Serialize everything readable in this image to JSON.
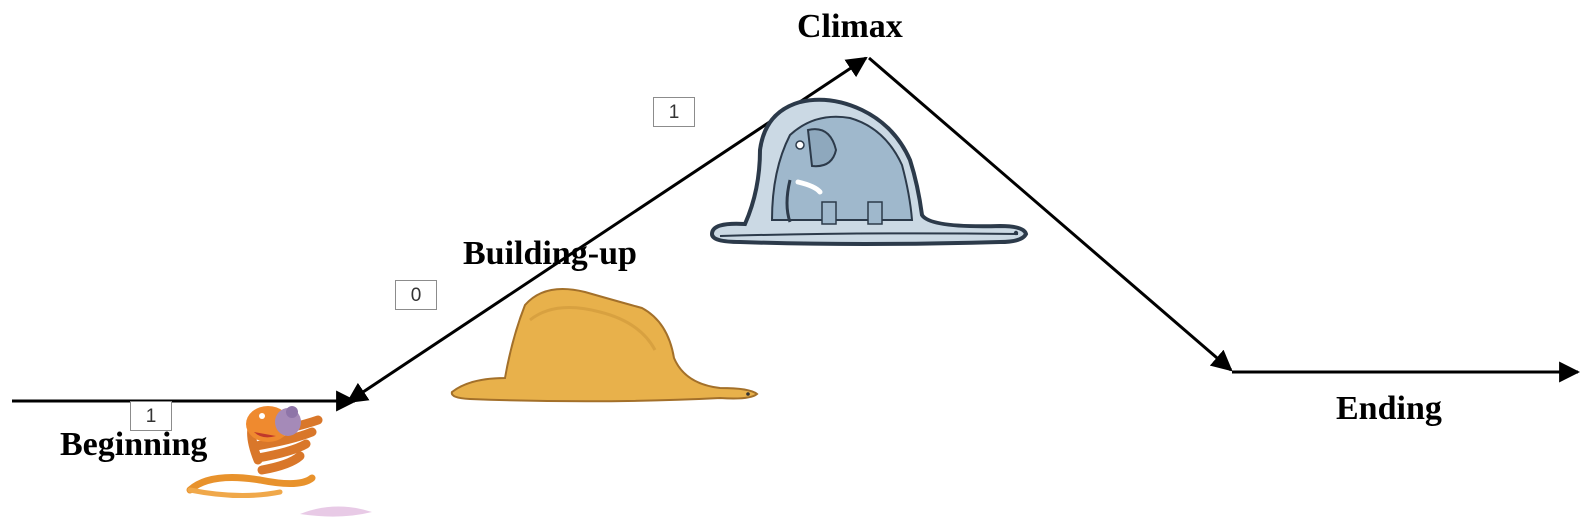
{
  "stages": {
    "beginning": "Beginning",
    "building_up": "Building-up",
    "climax": "Climax",
    "ending": "Ending"
  },
  "score_boxes": {
    "beginning": "1",
    "building_up": "0",
    "climax": "1"
  },
  "illustrations": {
    "beginning": "snake-eating-animal-illustration",
    "building_up": "hat-shaped-boa-illustration",
    "climax": "elephant-inside-boa-illustration"
  }
}
